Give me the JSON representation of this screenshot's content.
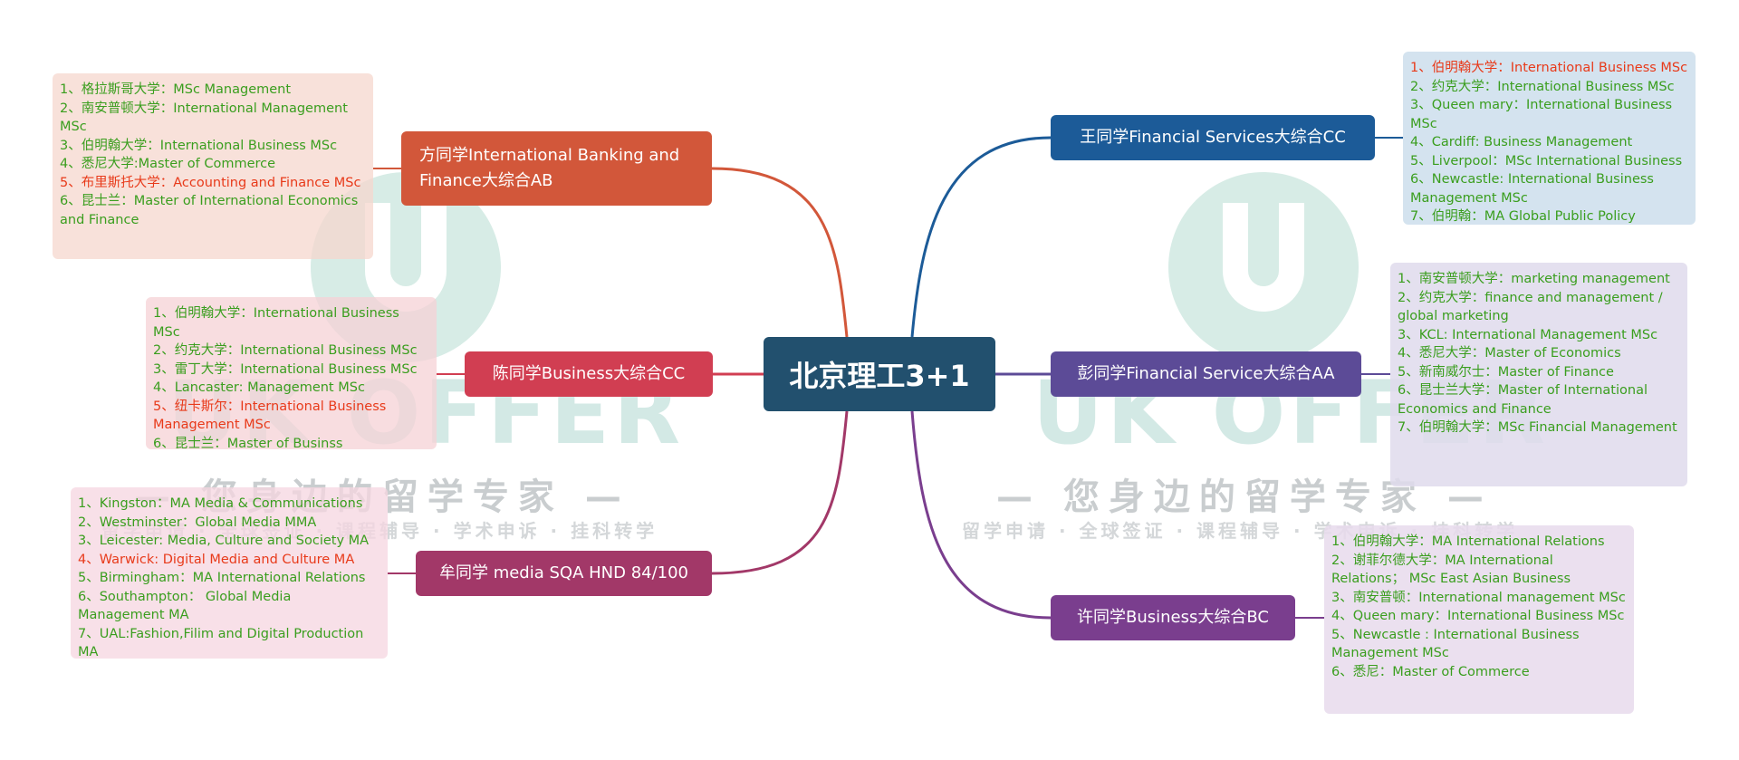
{
  "center": {
    "label": "北京理工3+1"
  },
  "brand": {
    "name": "UK OFFER",
    "slogan": "— 您身边的留学专家 —",
    "services": "留学申请 · 全球签证 · 课程辅导 · 学术申诉 · 挂科转学"
  },
  "colors": {
    "center": "#22506e",
    "fang": "#d2573a",
    "chen": "#d13e52",
    "mou": "#a23868",
    "wang": "#1c5b98",
    "peng": "#5c4b97",
    "xu": "#7a3e8e",
    "leaf_text": "#3a9e1e",
    "leaf_highlight": "#e83a1a"
  },
  "branches": [
    {
      "id": "fang",
      "label": "方同学International Banking and Finance大综合AB",
      "items": [
        {
          "text": "1、格拉斯哥大学：MSc Management",
          "hl": false
        },
        {
          "text": "2、南安普顿大学：International Management MSc",
          "hl": false
        },
        {
          "text": "3、伯明翰大学：International Business MSc",
          "hl": false
        },
        {
          "text": "4、悉尼大学:Master of Commerce",
          "hl": false
        },
        {
          "text": "5、布里斯托大学：Accounting and Finance MSc",
          "hl": true
        },
        {
          "text": "6、昆士兰：Master of International Economics and Finance",
          "hl": false
        }
      ]
    },
    {
      "id": "chen",
      "label": "陈同学Business大综合CC",
      "items": [
        {
          "text": "1、伯明翰大学：International Business MSc",
          "hl": false
        },
        {
          "text": "2、约克大学：International Business MSc",
          "hl": false
        },
        {
          "text": "3、雷丁大学：International Business MSc",
          "hl": false
        },
        {
          "text": "4、Lancaster: Management MSc",
          "hl": false
        },
        {
          "text": "5、纽卡斯尔：International Business Management MSc",
          "hl": true
        },
        {
          "text": "6、昆士兰：Master of Businss",
          "hl": false
        }
      ]
    },
    {
      "id": "mou",
      "label": "牟同学 media SQA HND 84/100",
      "items": [
        {
          "text": "1、Kingston：MA Media & Communications",
          "hl": false
        },
        {
          "text": "2、Westminster：Global Media MMA",
          "hl": false
        },
        {
          "text": "3、Leicester: Media, Culture and Society MA",
          "hl": false
        },
        {
          "text": "4、Warwick: Digital Media and Culture MA",
          "hl": true
        },
        {
          "text": "5、Birmingham：MA International Relations",
          "hl": false
        },
        {
          "text": "6、Southampton： Global Media Management MA",
          "hl": false
        },
        {
          "text": "7、UAL:Fashion,Filim and Digital Production MA",
          "hl": false
        }
      ]
    },
    {
      "id": "wang",
      "label": "王同学Financial Services大综合CC",
      "items": [
        {
          "text": "1、伯明翰大学：International Business MSc",
          "hl": true
        },
        {
          "text": "2、约克大学：International Business MSc",
          "hl": false
        },
        {
          "text": "3、Queen mary：International Business MSc",
          "hl": false
        },
        {
          "text": "4、Cardiff: Business Management",
          "hl": false
        },
        {
          "text": "5、Liverpool：MSc International Business",
          "hl": false
        },
        {
          "text": "6、Newcastle: International Business Management MSc",
          "hl": false
        },
        {
          "text": "7、伯明翰：MA Global Public Policy",
          "hl": false
        }
      ]
    },
    {
      "id": "peng",
      "label": "彭同学Financial Service大综合AA",
      "items": [
        {
          "text": "1、南安普顿大学：marketing management",
          "hl": false
        },
        {
          "text": "2、约克大学：finance and management / global marketing",
          "hl": false
        },
        {
          "text": "3、KCL: International Management MSc",
          "hl": false
        },
        {
          "text": "4、悉尼大学：Master of Economics",
          "hl": false
        },
        {
          "text": "5、新南威尔士：Master of Finance",
          "hl": false
        },
        {
          "text": "6、昆士兰大学：Master of International Economics and Finance",
          "hl": false
        },
        {
          "text": "7、伯明翰大学：MSc Financial Management",
          "hl": false
        }
      ]
    },
    {
      "id": "xu",
      "label": "许同学Business大综合BC",
      "items": [
        {
          "text": "1、伯明翰大学：MA International Relations",
          "hl": false
        },
        {
          "text": "2、谢菲尔德大学：MA International Relations； MSc East Asian Business",
          "hl": false
        },
        {
          "text": "3、南安普顿：International management MSc",
          "hl": false
        },
        {
          "text": "4、Queen mary：International Business MSc",
          "hl": false
        },
        {
          "text": "5、Newcastle : International Business Management MSc",
          "hl": false
        },
        {
          "text": "6、悉尼：Master of Commerce",
          "hl": false
        }
      ]
    }
  ]
}
